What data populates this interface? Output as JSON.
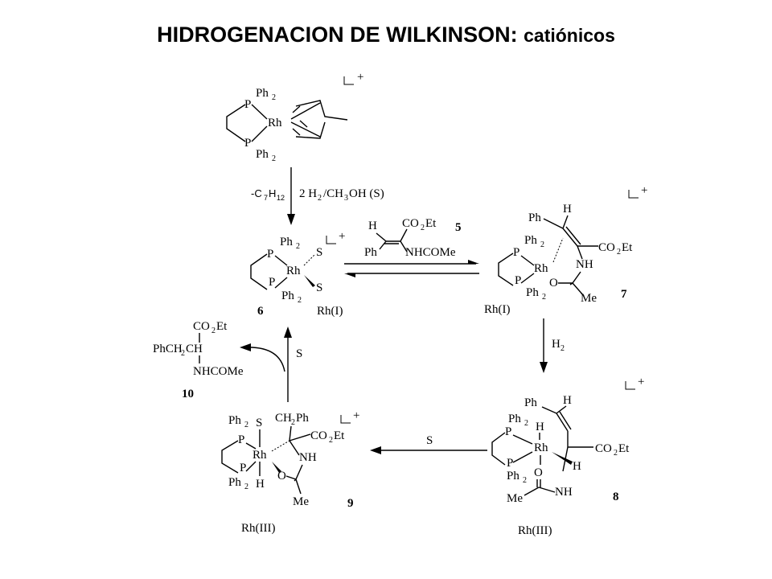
{
  "title": {
    "part1": "HIDROGENACION DE WILKINSON:",
    "part2": "catiónicos"
  },
  "labels": {
    "ph2": "Ph",
    "sub2": "2",
    "P": "P",
    "Rh": "Rh",
    "S": "S",
    "H": "H",
    "O": "O",
    "Ph": "Ph",
    "Me": "Me",
    "NH": "NH",
    "CO2Et_co": "CO",
    "CO2Et_et": "Et",
    "plus": "+",
    "NHCOMe": "NHCOMe",
    "CH2Ph_ch": "CH",
    "CH2Ph_ph": "Ph",
    "PhCH2CH_a": "PhCH",
    "PhCH2CH_b": "CH",
    "H2": "H",
    "H2_sub": "2"
  },
  "step1": {
    "minus": "-C",
    "c_sub": "7",
    "h": "H",
    "h_sub": "12",
    "reagent_a": "2 H",
    "reagent_sub": "2",
    "reagent_b": "/CH",
    "reagent_sub2": "3",
    "reagent_c": "OH (S)"
  },
  "compounds": {
    "c5": "5",
    "c6": "6",
    "c7": "7",
    "c8": "8",
    "c9": "9",
    "c10": "10",
    "rh1_6": "Rh(I)",
    "rh1_7": "Rh(I)",
    "rh3_8": "Rh(III)",
    "rh3_9": "Rh(III)"
  },
  "arrows": {
    "s_cycle": "S",
    "s_bottom": "S"
  }
}
